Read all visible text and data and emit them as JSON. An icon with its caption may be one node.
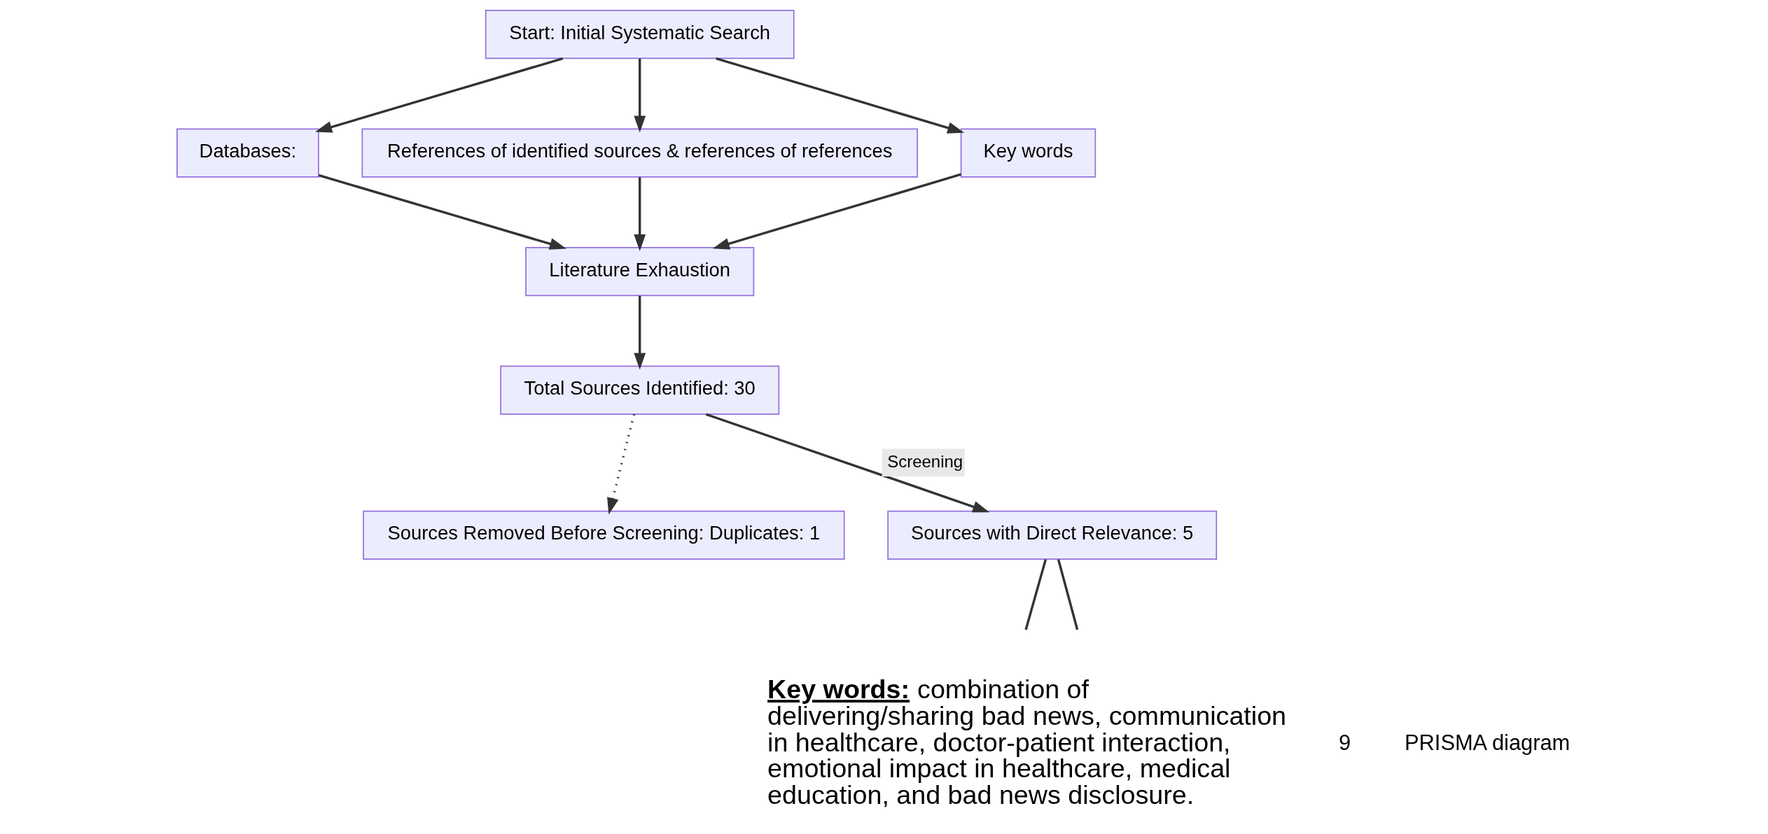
{
  "diagram": {
    "nodes": [
      {
        "text": [
          "Start: Initial Systematic Search"
        ]
      },
      {
        "text": [
          "Databases:"
        ]
      },
      {
        "text": [
          "References of identified sources & references of references"
        ]
      },
      {
        "text": [
          "Key words"
        ]
      },
      {
        "text": [
          "Literature Exhaustion"
        ]
      },
      {
        "text": [
          "Total Sources Identified: 30"
        ]
      },
      {
        "text": [
          "Sources Removed Before Screening: Duplicates: 1"
        ]
      },
      {
        "text": [
          "Sources with Direct Relevance: 5"
        ]
      }
    ],
    "edges": [
      {
        "from": 0,
        "to": 1,
        "arrow": "to"
      },
      {
        "from": 0,
        "to": 2,
        "arrow": "to"
      },
      {
        "from": 0,
        "to": 3,
        "arrow": "to"
      },
      {
        "from": 1,
        "to": 4,
        "arrow": "to"
      },
      {
        "from": 2,
        "to": 4,
        "arrow": "to"
      },
      {
        "from": 3,
        "to": 4,
        "arrow": "to"
      },
      {
        "from": 4,
        "to": 5,
        "arrow": "to"
      },
      {
        "from": 5,
        "to": 6,
        "arrow": "to",
        "style": "dashed"
      },
      {
        "from": 5,
        "to": 7,
        "arrow": "to",
        "label": "Screening"
      },
      {
        "from": 7,
        "to": null,
        "arrow": "none"
      },
      {
        "from": 7,
        "to": null,
        "arrow": "none"
      }
    ],
    "labels": [
      "**Key words:** combination of delivering/sharing bad news, communication in healthcare, doctor-patient interaction, emotional impact in healthcare, medical education, and bad news disclosure.",
      "9",
      "PRISMA diagram"
    ]
  }
}
